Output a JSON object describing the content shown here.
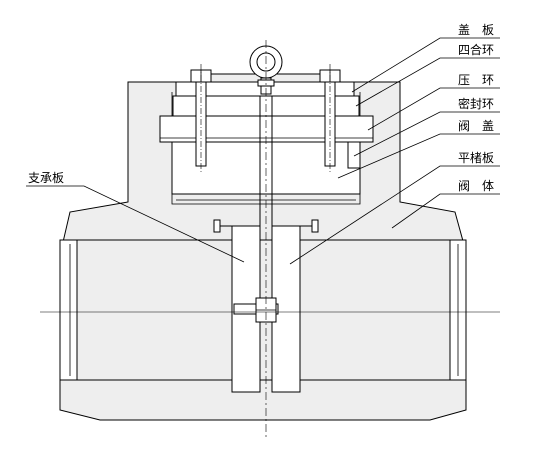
{
  "labels": {
    "cover_plate": "盖　板",
    "quad_ring": "四合环",
    "pressure_ring": "压　环",
    "seal_ring": "密封环",
    "bonnet": "阀　盖",
    "flat_gate": "平楮板",
    "valve_body": "阀　体",
    "support_plate": "支承板"
  }
}
